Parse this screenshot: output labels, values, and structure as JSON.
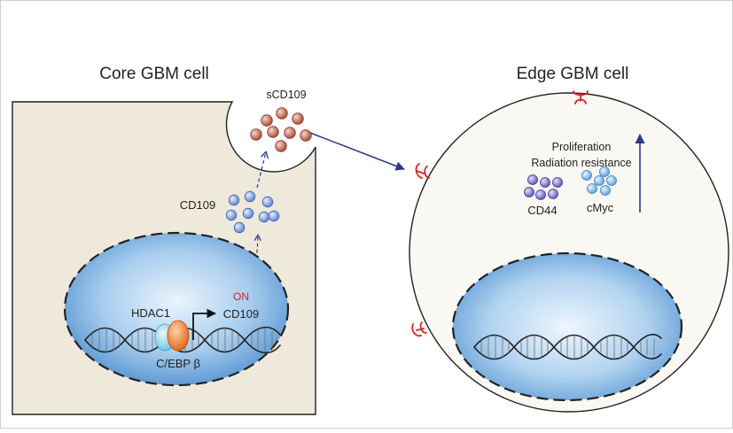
{
  "core_cell": {
    "title": "Core GBM cell",
    "secreted_label": "sCD109",
    "cd109_label": "CD109",
    "on_label": "ON",
    "gene_label": "CD109",
    "hdac_label": "HDAC1",
    "cebp_label": "C/EBP β"
  },
  "edge_cell": {
    "title": "Edge GBM cell",
    "effects": [
      "Proliferation",
      "Radiation resistance"
    ],
    "cd44_label": "CD44",
    "cmyc_label": "cMyc"
  },
  "colors": {
    "core_cytoplasm": "#efe9dc",
    "edge_cytoplasm": "#faf8f3",
    "nucleus": "#4f8fcf",
    "scd109": "#b4553f",
    "cd109": "#6c8fd6",
    "cd44": "#6e66c4",
    "cmyc": "#6faee3",
    "arrow": "#2b3990",
    "receptor": "#e02020",
    "on_text": "#d4202c"
  }
}
